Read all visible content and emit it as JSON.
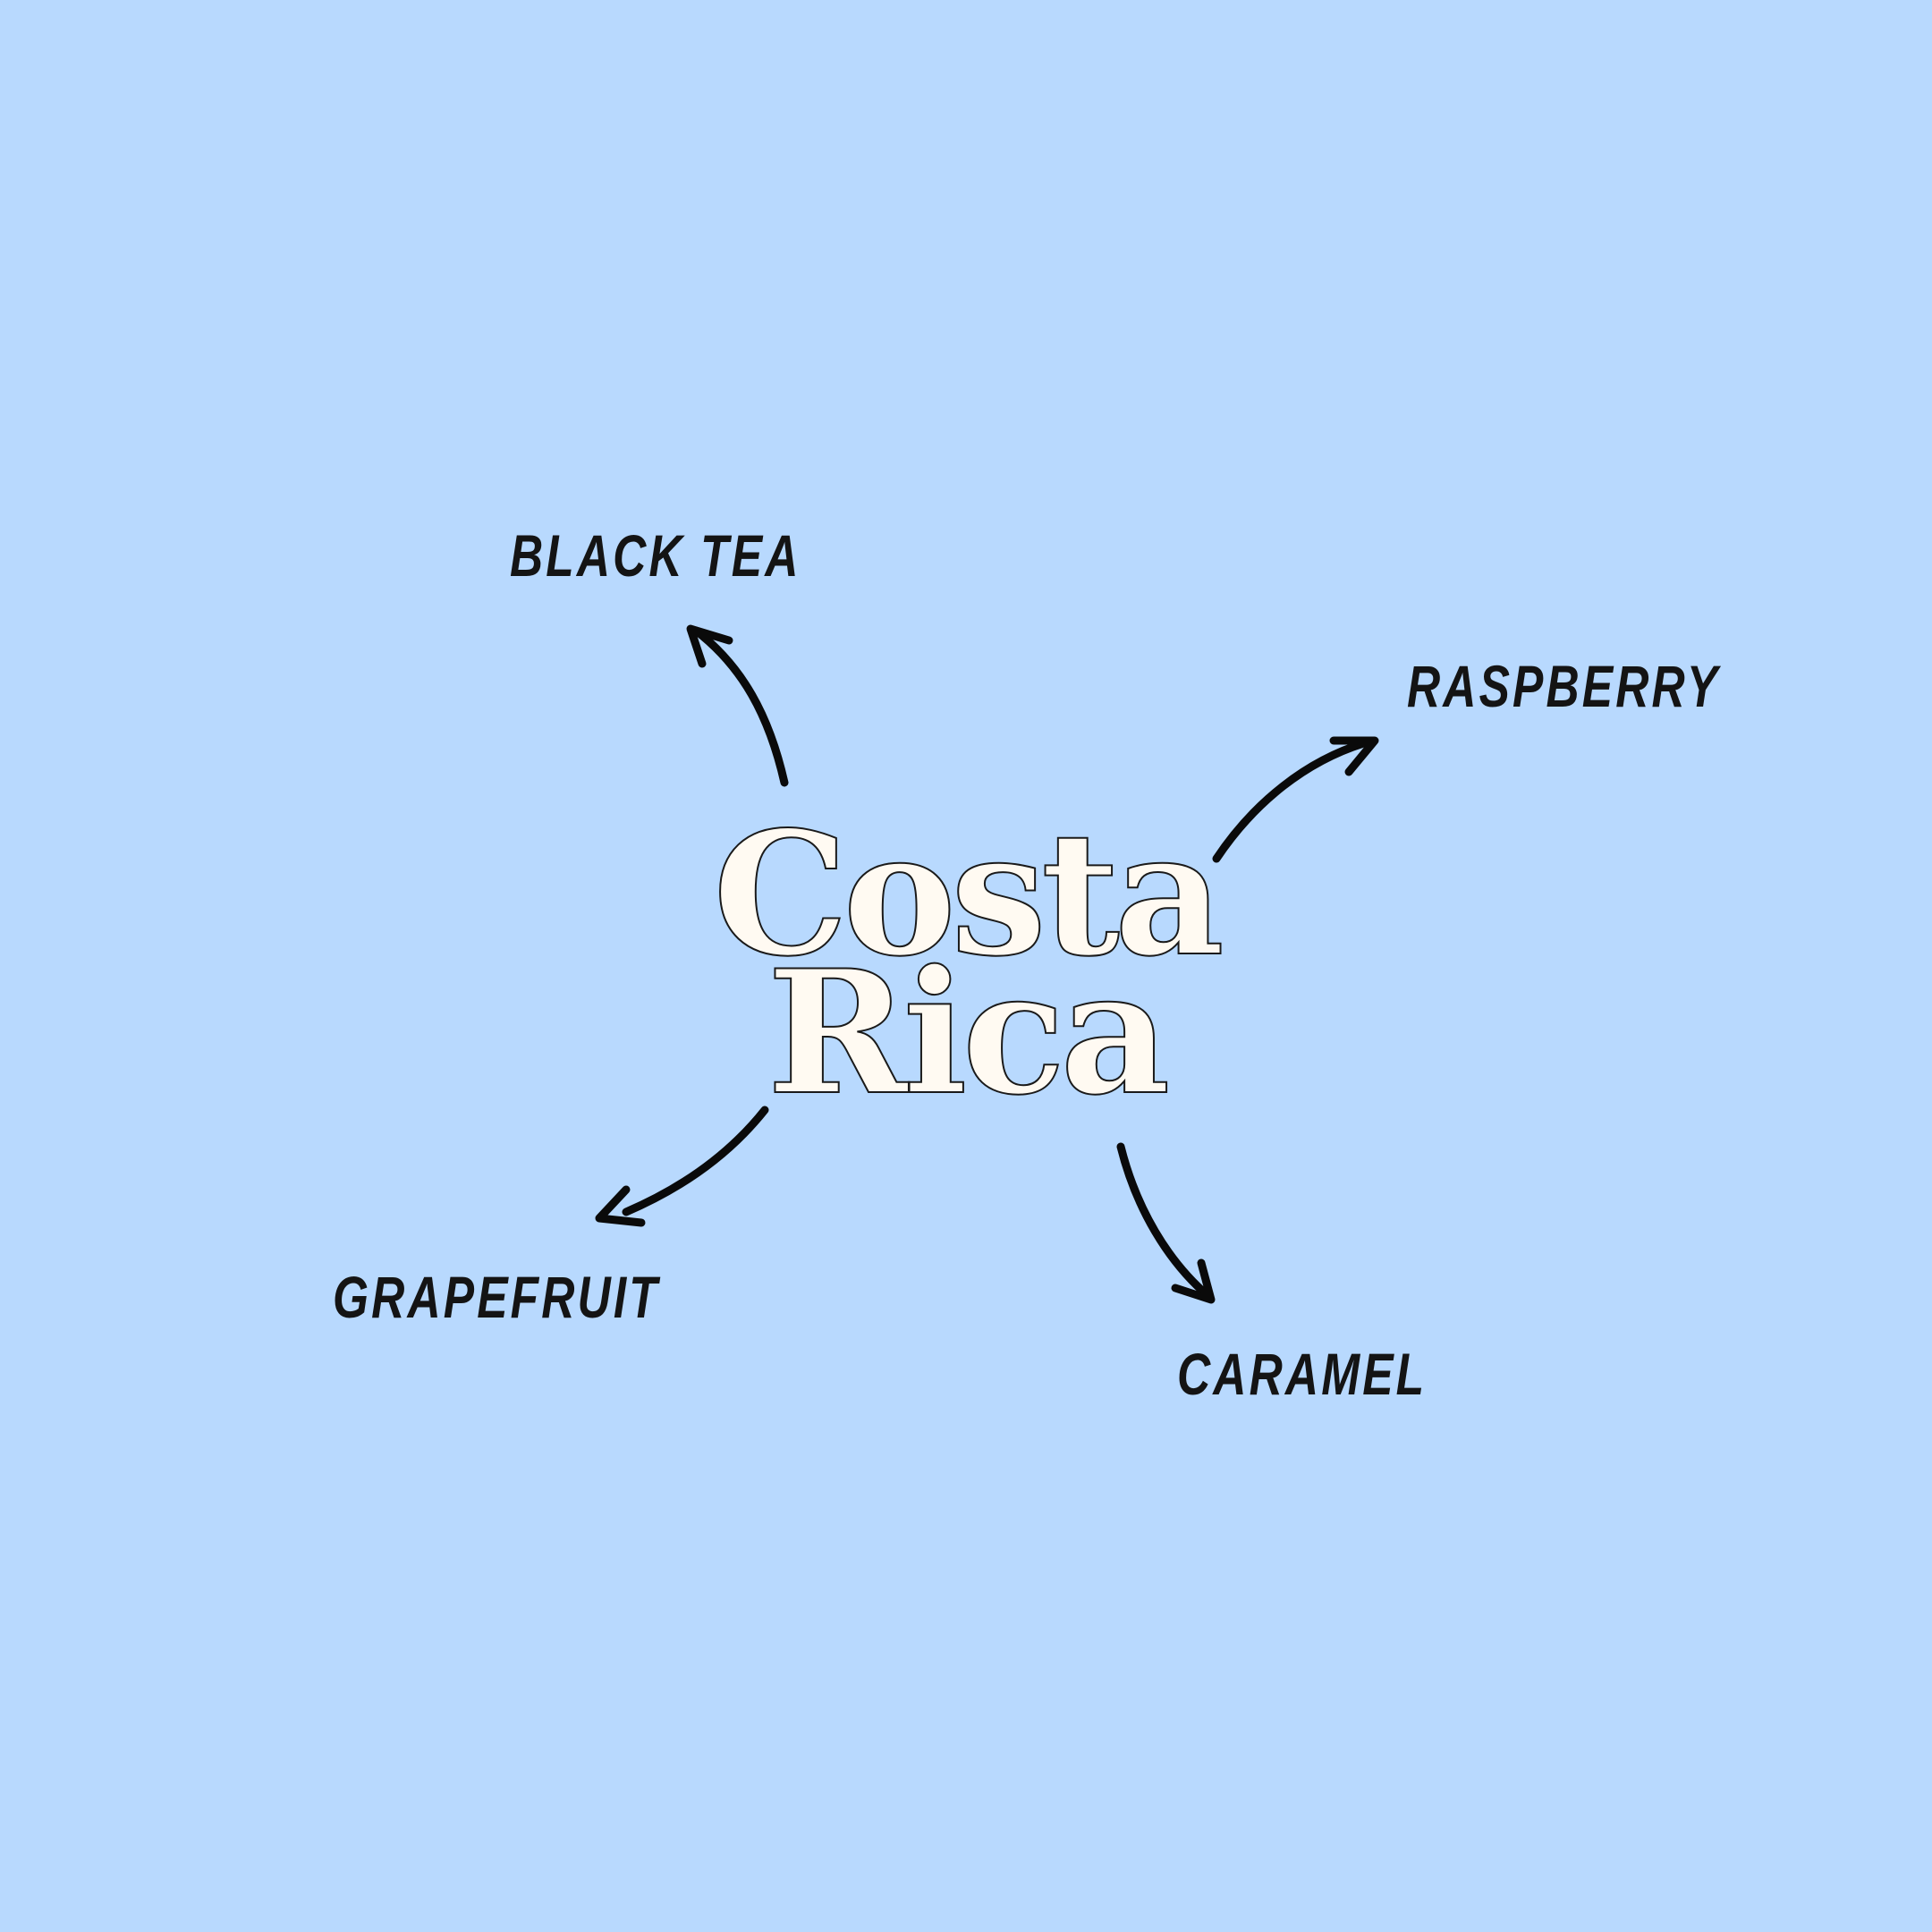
{
  "background_color": "#b8d9fe",
  "title": {
    "line1": "Costa",
    "line2": "Rica"
  },
  "flavors": {
    "black_tea": "BLACK TEA",
    "raspberry": "RASPBERRY",
    "grapefruit": "GRAPEFRUIT",
    "caramel": "CARAMEL"
  },
  "colors": {
    "title_fill": "#fffaf2",
    "title_outline": "#1a1a1a",
    "arrow": "#0a0a0a",
    "label": "#141414"
  },
  "icons": [
    "arrow-icon"
  ]
}
